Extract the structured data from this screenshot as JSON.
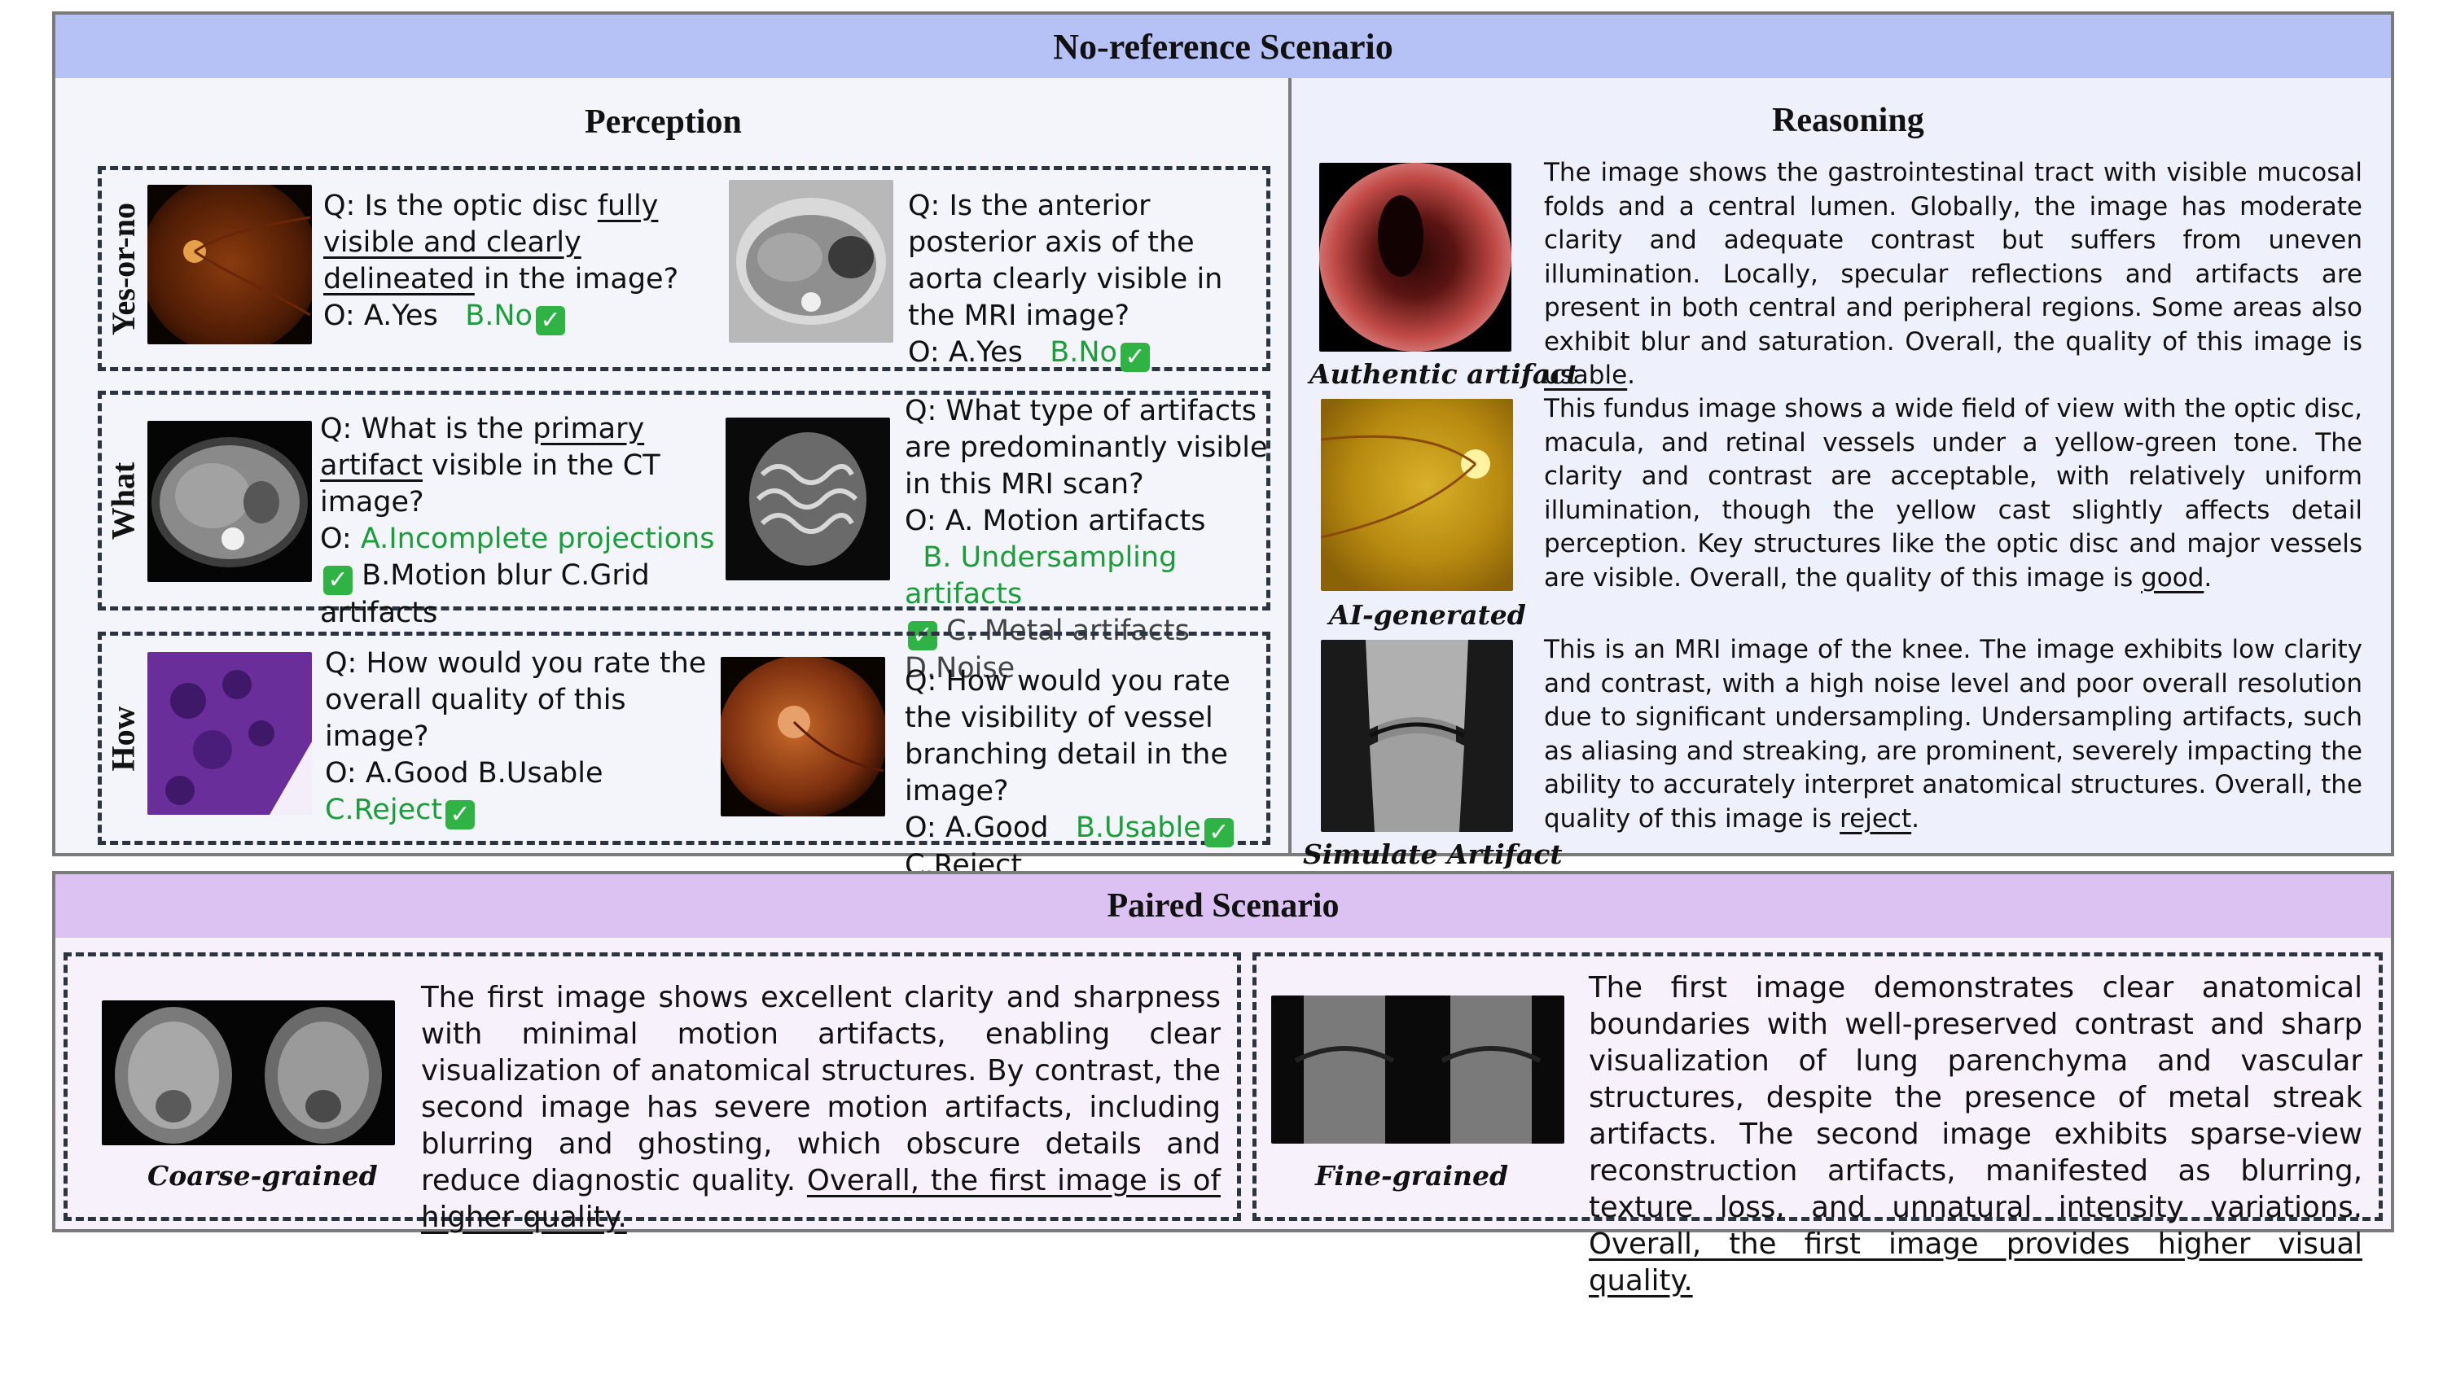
{
  "top": {
    "title": "No-reference Scenario",
    "perception": {
      "title": "Perception",
      "rows": [
        {
          "label": "Yes-or-no"
        },
        {
          "label": "What"
        },
        {
          "label": "How"
        }
      ],
      "yesno_left": {
        "q_prefix": "Q: Is the optic disc ",
        "q_underlined": "fully visible and clearly delineated",
        "q_suffix": " in the image?",
        "o_prefix": "O: A.Yes",
        "o_correct": "B.No"
      },
      "yesno_right": {
        "q": "Q: Is the anterior posterior axis of the aorta clearly visible in the MRI image?",
        "o_prefix": "O: A.Yes",
        "o_correct": "B.No"
      },
      "what_left": {
        "q_prefix": "Q: What is the ",
        "q_underlined": "primary artifact",
        "q_suffix": " visible in the CT image?",
        "o_label": "O: ",
        "o_correct": "A.Incomplete projections",
        "o_rest": " B.Motion blur  C.Grid artifacts"
      },
      "what_right": {
        "q": "Q: What type of artifacts are predominantly visible in this MRI scan?",
        "o_a": "O: A. Motion artifacts",
        "o_correct": "B. Undersampling artifacts",
        "o_rest": " C. Metal artifacts D.Noise"
      },
      "how_left": {
        "q": "Q: How would you rate the overall quality of this image?",
        "o_prefix": "O: A.Good  B.Usable",
        "o_correct": "C.Reject"
      },
      "how_right": {
        "q": "Q: How would you rate the visibility of vessel branching detail in the image?",
        "o_prefix": "O: A.Good ",
        "o_correct": "B.Usable",
        "o_rest": " C.Reject"
      }
    },
    "reasoning": {
      "title": "Reasoning",
      "items": [
        {
          "caption": "Authentic artifact",
          "text": "The image shows the gastrointestinal tract with visible mucosal folds and a central lumen. Globally, the image has moderate clarity and adequate contrast but suffers from uneven illumination. Locally, specular reflections and artifacts are present in both central and peripheral regions. Some areas also exhibit blur and saturation. Overall, the quality of this image is ",
          "verdict": "usable",
          "end": "."
        },
        {
          "caption": "AI-generated",
          "text": "This fundus image shows a wide field of view with the optic disc, macula, and retinal vessels under a yellow-green tone. The clarity and contrast are acceptable, with relatively uniform illumination, though the yellow cast slightly affects detail perception. Key structures like the optic disc and major vessels are visible. Overall, the quality of this image is ",
          "verdict": "good",
          "end": "."
        },
        {
          "caption": "Simulate Artifact",
          "text": "This is an MRI image of the knee. The image exhibits low clarity and contrast, with a high noise level and poor overall resolution due to significant undersampling. Undersampling artifacts, such as aliasing and streaking, are prominent, severely impacting the ability to accurately interpret anatomical structures. Overall, the quality of this image is ",
          "verdict": "reject",
          "end": "."
        }
      ]
    }
  },
  "paired": {
    "title": "Paired Scenario",
    "left": {
      "caption": "Coarse-grained",
      "text": "The first image shows excellent clarity and sharpness with minimal motion artifacts, enabling clear visualization of anatomical structures. By contrast, the second image has severe motion artifacts, including blurring and ghosting, which obscure details and reduce diagnostic quality. ",
      "conclusion": "Overall, the first image is of higher quality."
    },
    "right": {
      "caption": "Fine-grained",
      "text": "The first image demonstrates clear anatomical boundaries with well-preserved contrast and sharp visualization of lung parenchyma and vascular structures, despite the presence of metal streak artifacts. The second image exhibits sparse-view reconstruction artifacts, manifested as blurring, texture loss, and unnatural intensity variations. ",
      "conclusion": "Overall, the first image provides higher visual quality."
    }
  },
  "colors": {
    "top_header": "#b6c1f6",
    "paired_header": "#dbc2f2",
    "correct": "#1a9e3a",
    "check": "#2fb344"
  },
  "icons": {
    "correct_mark": "check-icon"
  }
}
